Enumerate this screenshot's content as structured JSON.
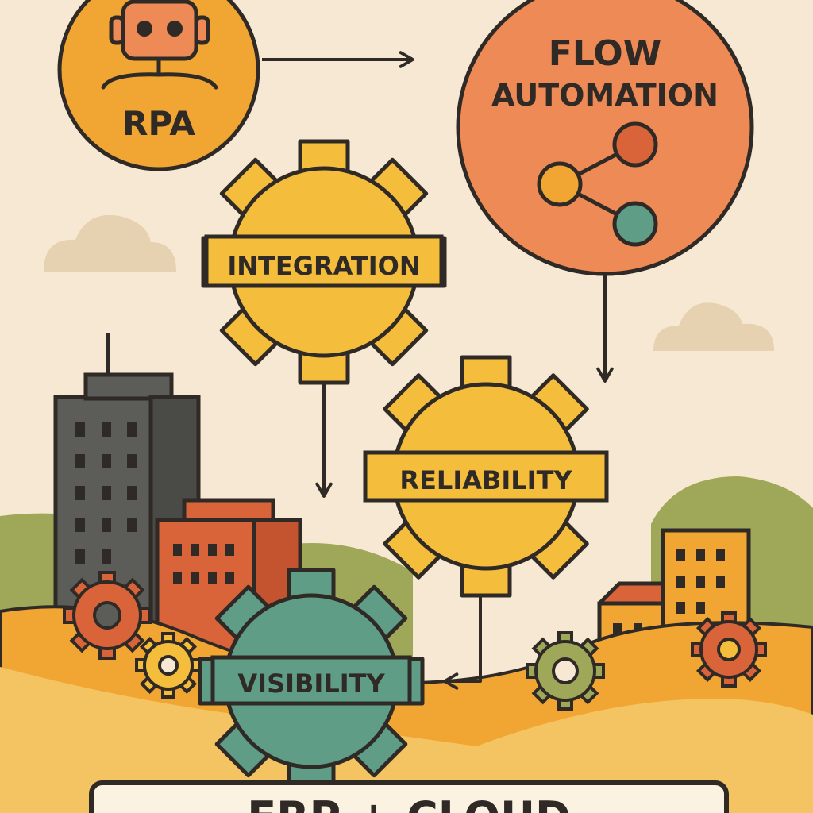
{
  "diagram": {
    "nodes": {
      "rpa": {
        "label": "RPA",
        "icon": "robot-icon"
      },
      "flow_automation": {
        "label_line1": "FLOW",
        "label_line2": "AUTOMATION",
        "icon": "share-network-icon"
      },
      "integration": {
        "label": "INTEGRATION"
      },
      "reliability": {
        "label": "RELIABILITY"
      },
      "visibility": {
        "label": "VISIBILITY"
      }
    },
    "edges": [
      {
        "from": "rpa",
        "to": "flow_automation"
      },
      {
        "from": "flow_automation",
        "to": "reliability"
      },
      {
        "from": "integration",
        "to": "visibility"
      },
      {
        "from": "reliability",
        "to": "visibility"
      }
    ],
    "footer_banner": {
      "text": "ERP + CLOUD"
    }
  },
  "colors": {
    "background": "#f6e8d2",
    "outline": "#2f2a26",
    "orange": "#f1a532",
    "coral": "#ee8a55",
    "gold": "#f4bd3c",
    "teal": "#5f9d86",
    "olive": "#9ea858",
    "brick": "#d9643a",
    "charcoal": "#5c5c58",
    "cloud": "#e6d2b0"
  }
}
